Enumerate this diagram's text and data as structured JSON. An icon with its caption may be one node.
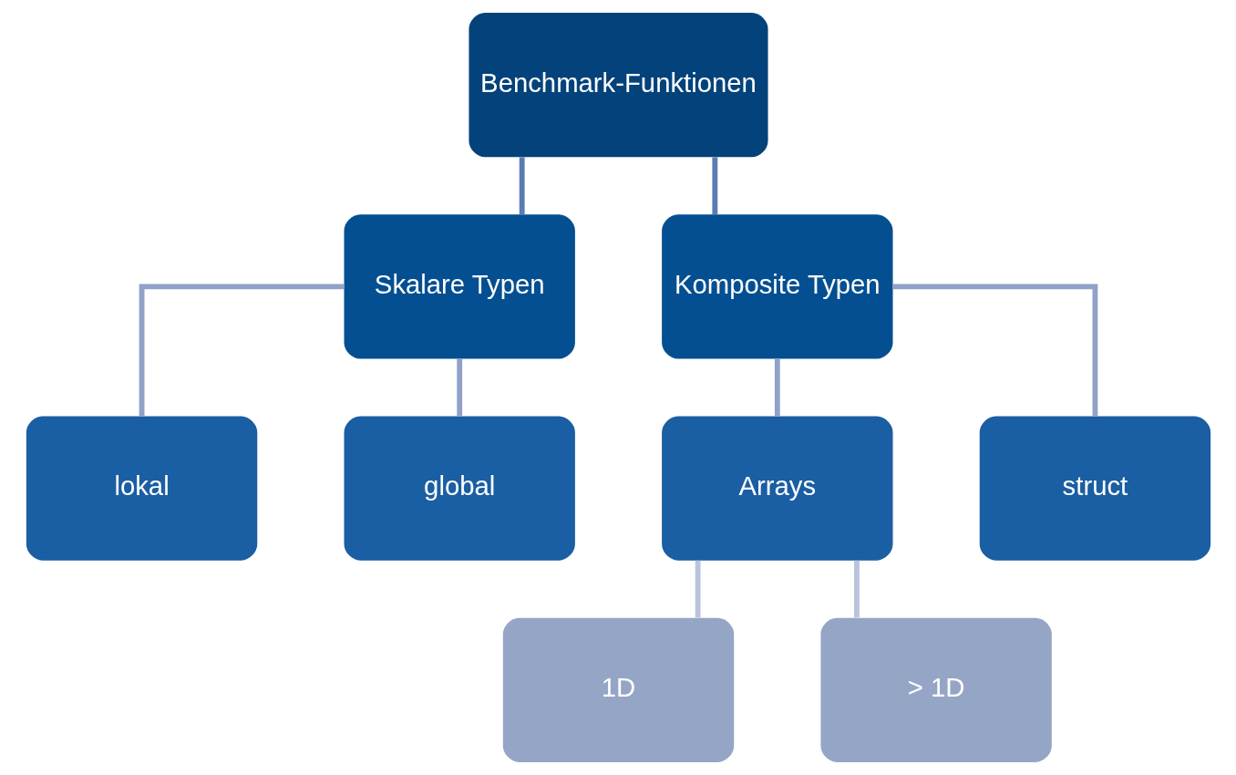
{
  "diagram": {
    "nodes": [
      {
        "text": [
          "Benchmark-Funktionen"
        ]
      },
      {
        "text": [
          "Skalare Typen"
        ]
      },
      {
        "text": [
          "Komposite Typen"
        ]
      },
      {
        "text": [
          "lokal"
        ]
      },
      {
        "text": [
          "global"
        ]
      },
      {
        "text": [
          "Arrays"
        ]
      },
      {
        "text": [
          "struct"
        ]
      },
      {
        "text": [
          "1D"
        ]
      },
      {
        "text": [
          "> 1D"
        ]
      }
    ],
    "edges": [
      {
        "from": 0,
        "to": 1,
        "arrow": "none",
        "color": "#5b7bb4"
      },
      {
        "from": 0,
        "to": 2,
        "arrow": "none",
        "color": "#5b7bb4"
      },
      {
        "from": 1,
        "to": 3,
        "arrow": "none"
      },
      {
        "from": 1,
        "to": 4,
        "arrow": "none"
      },
      {
        "from": 2,
        "to": 5,
        "arrow": "none"
      },
      {
        "from": 2,
        "to": 6,
        "arrow": "none"
      },
      {
        "from": 5,
        "to": 7,
        "arrow": "none",
        "color": "#b9c4dc"
      },
      {
        "from": 5,
        "to": 8,
        "arrow": "none",
        "color": "#b9c4dc"
      }
    ]
  }
}
